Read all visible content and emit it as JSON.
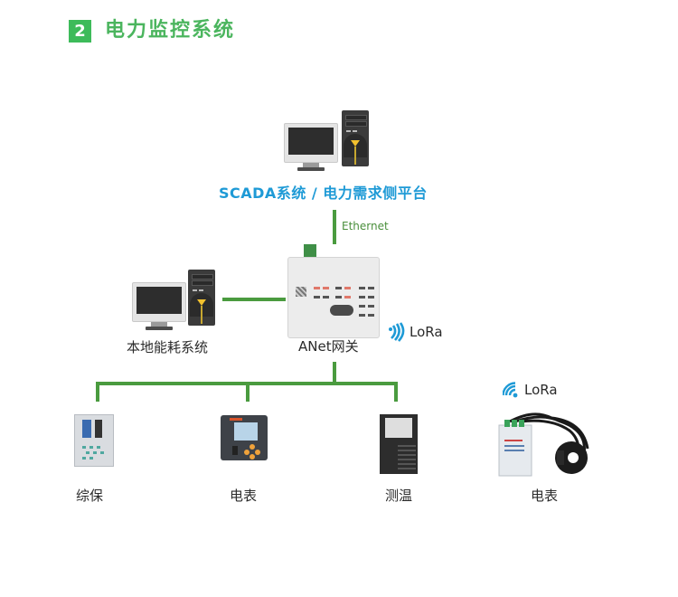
{
  "header": {
    "number": "2",
    "title": "电力监控系统"
  },
  "colors": {
    "accent_green": "#3dbb5a",
    "title_green": "#4bb55e",
    "line_green": "#4a9b3f",
    "scada_blue": "#1e9ad6",
    "lora_blue": "#1e9ad6"
  },
  "nodes": {
    "scada": {
      "label": "SCADA系统 / 电力需求侧平台",
      "icon": "computer-icon"
    },
    "ethernet": {
      "label": "Ethernet"
    },
    "gateway": {
      "label": "ANet网关",
      "icon": "gateway-device-icon"
    },
    "local_system": {
      "label": "本地能耗系统",
      "icon": "computer-icon"
    },
    "lora_gateway": {
      "label": "LoRa",
      "icon": "wireless-signal-icon"
    },
    "lora_meter": {
      "label": "LoRa",
      "icon": "wifi-signal-icon"
    }
  },
  "devices": [
    {
      "label": "综保",
      "icon": "protection-relay-icon"
    },
    {
      "label": "电表",
      "icon": "power-meter-icon"
    },
    {
      "label": "测温",
      "icon": "temperature-module-icon"
    },
    {
      "label": "电表",
      "icon": "wireless-meter-icon"
    }
  ]
}
